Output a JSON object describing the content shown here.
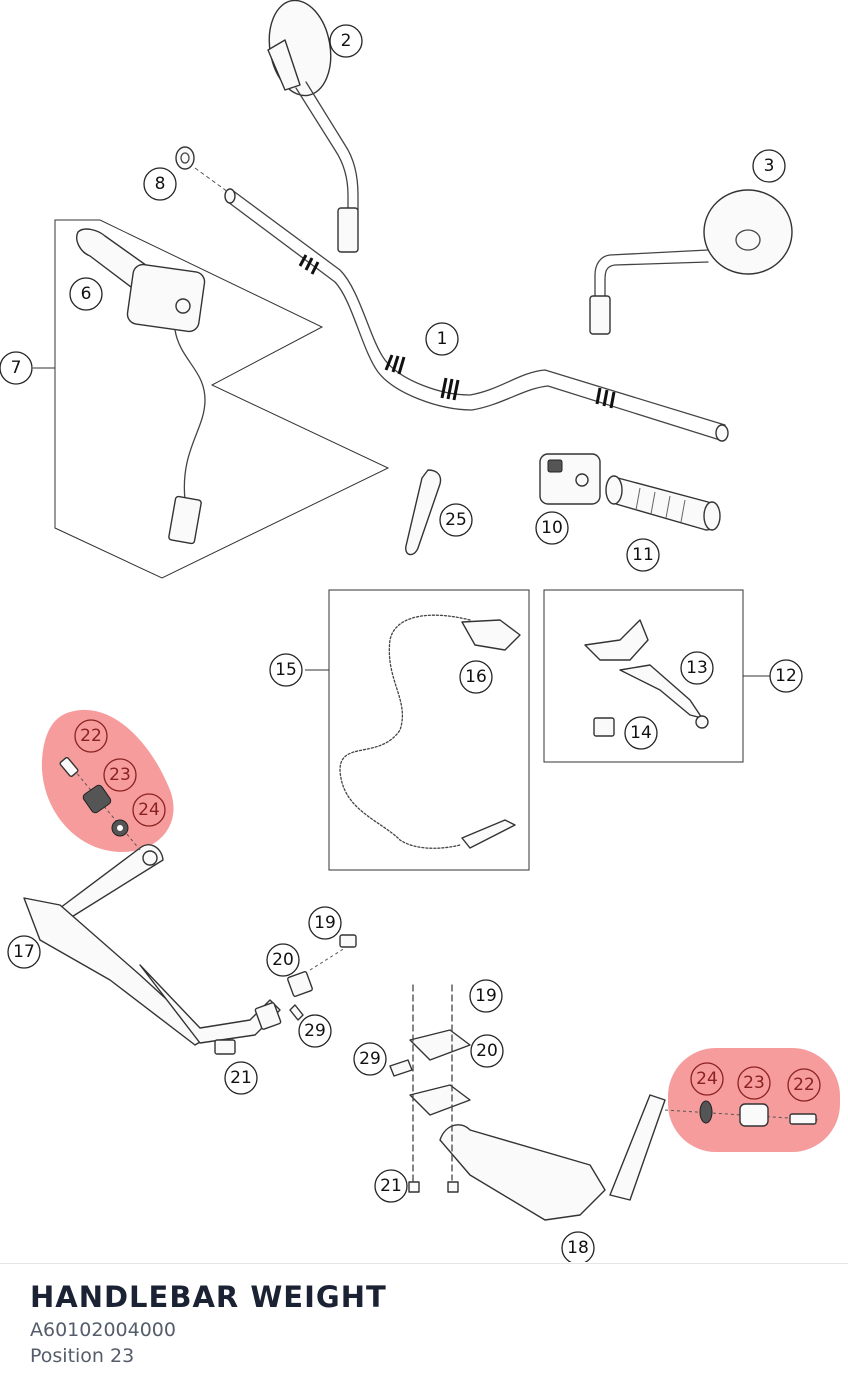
{
  "product": {
    "title": "HANDLEBAR WEIGHT",
    "part_number": "A60102004000",
    "position": "Position 23"
  },
  "highlight_color": "#ee4b4b",
  "callouts": {
    "c1": "1",
    "c2": "2",
    "c3": "3",
    "c6": "6",
    "c7": "7",
    "c8": "8",
    "c10": "10",
    "c11": "11",
    "c12": "12",
    "c13": "13",
    "c14": "14",
    "c15": "15",
    "c16": "16",
    "c17": "17",
    "c18": "18",
    "c19a": "19",
    "c19b": "19",
    "c20a": "20",
    "c20b": "20",
    "c21a": "21",
    "c21b": "21",
    "c22a": "22",
    "c22b": "22",
    "c23a": "23",
    "c23b": "23",
    "c24a": "24",
    "c24b": "24",
    "c25": "25",
    "c29a": "29",
    "c29b": "29"
  }
}
